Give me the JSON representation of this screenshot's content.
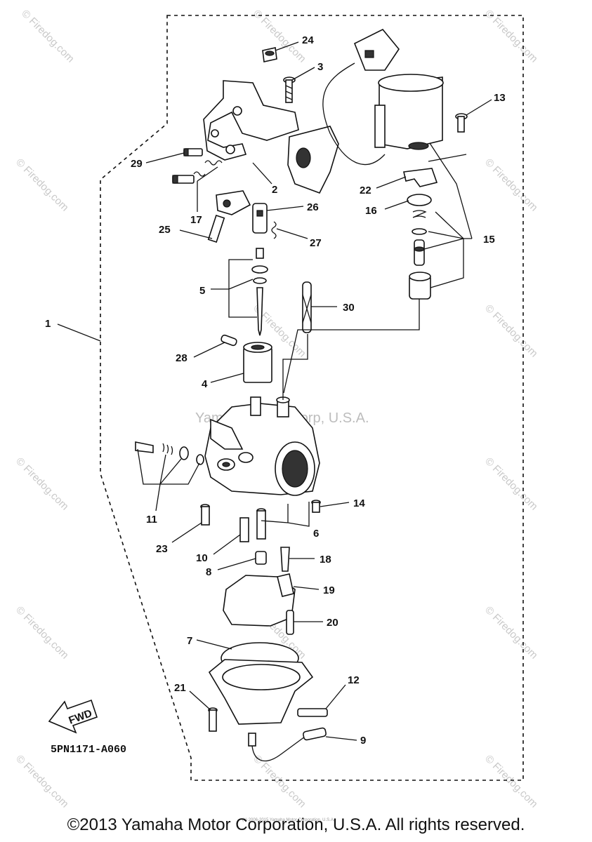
{
  "watermark": {
    "brand": "© Firedog.com",
    "center": "Yamaha Motor Corp, U.S.A.",
    "tiny": "(c) 2006-2015 Yamaha Motor Corporation, U.S.A."
  },
  "diagram_code": "5PN1171-A060",
  "fwd_label": "FWD",
  "copyright": "©2013 Yamaha Motor Corporation, U.S.A. All rights reserved.",
  "callouts": {
    "c1": "1",
    "c2": "2",
    "c3": "3",
    "c4": "4",
    "c5": "5",
    "c6": "6",
    "c7": "7",
    "c8": "8",
    "c9": "9",
    "c10": "10",
    "c11": "11",
    "c12": "12",
    "c13": "13",
    "c14": "14",
    "c15": "15",
    "c16": "16",
    "c17": "17",
    "c18": "18",
    "c19": "19",
    "c20": "20",
    "c21": "21",
    "c22": "22",
    "c23": "23",
    "c24": "24",
    "c25": "25",
    "c26": "26",
    "c27": "27",
    "c28": "28",
    "c29": "29",
    "c30": "30"
  }
}
